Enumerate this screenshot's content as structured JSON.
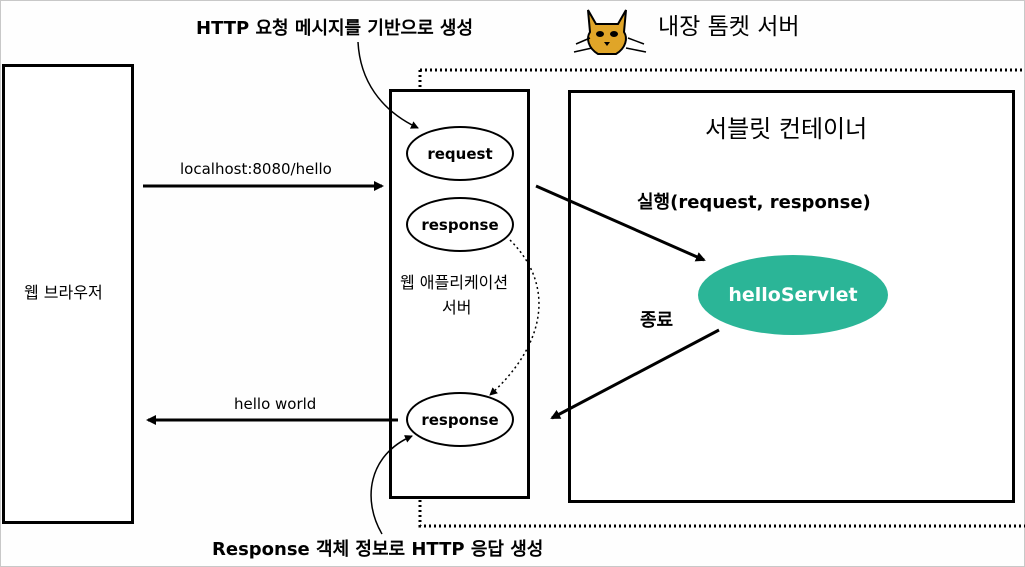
{
  "labels": {
    "http_request_note": "HTTP 요청 메시지를 기반으로 생성",
    "tomcat_title": "내장 톰켓 서버",
    "browser": "웹 브라우저",
    "url": "localhost:8080/hello",
    "hello_world": "hello world",
    "request_obj": "request",
    "response_obj_top": "response",
    "response_obj_bottom": "response",
    "was_line1": "웹 애플리케이션",
    "was_line2": "서버",
    "servlet_container": "서블릿 컨테이너",
    "execute": "실행(request, response)",
    "servlet_name": "helloServlet",
    "finish": "종료",
    "response_note": "Response 객체 정보로 HTTP 응답 생성"
  },
  "colors": {
    "servlet_fill": "#2bb597",
    "tomcat_icon": "#e0a528"
  },
  "icons": {
    "tomcat": "tomcat-cat-icon"
  }
}
